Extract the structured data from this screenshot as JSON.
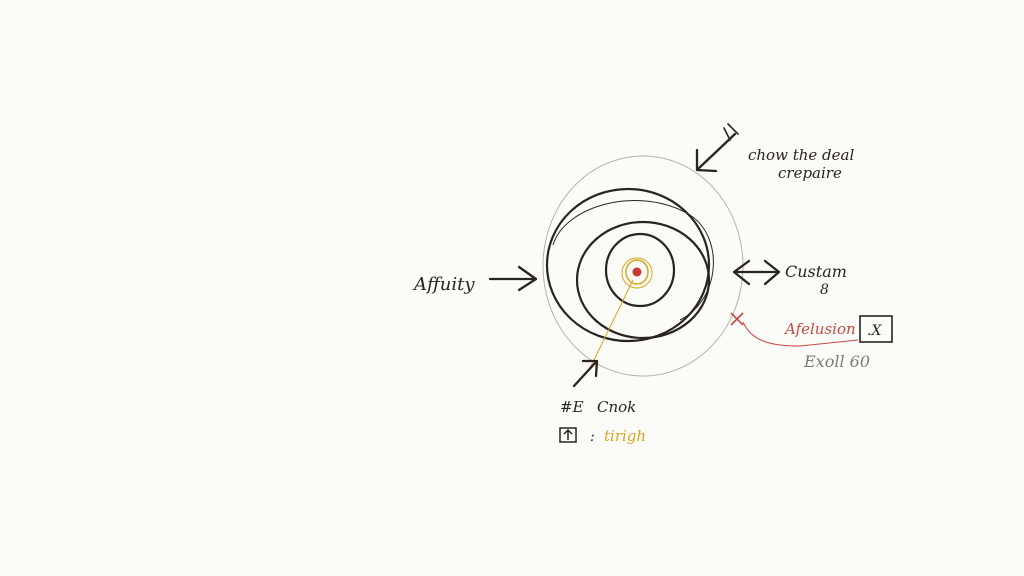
{
  "labels": {
    "top_line1": "chow the deal",
    "top_line2": "crepaire",
    "left": "Affuity",
    "right": "Custam",
    "right_sub": "8",
    "red_note": "Afelusion",
    "box_mark": ".X",
    "gray_note": "Exoll 60",
    "bottom_line1_mark": "#E",
    "bottom_line1": "Cnok",
    "bottom_line2_sep": ":",
    "bottom_line2": "tirigh"
  },
  "colors": {
    "ink": "#2a2420",
    "outer_ring": "#b5b0ab",
    "center_dot": "#cc3b2f",
    "yellow": "#d9a521",
    "red_note": "#c94a45",
    "gray_note": "#7d7a78",
    "paper": "#fbfbf7"
  }
}
